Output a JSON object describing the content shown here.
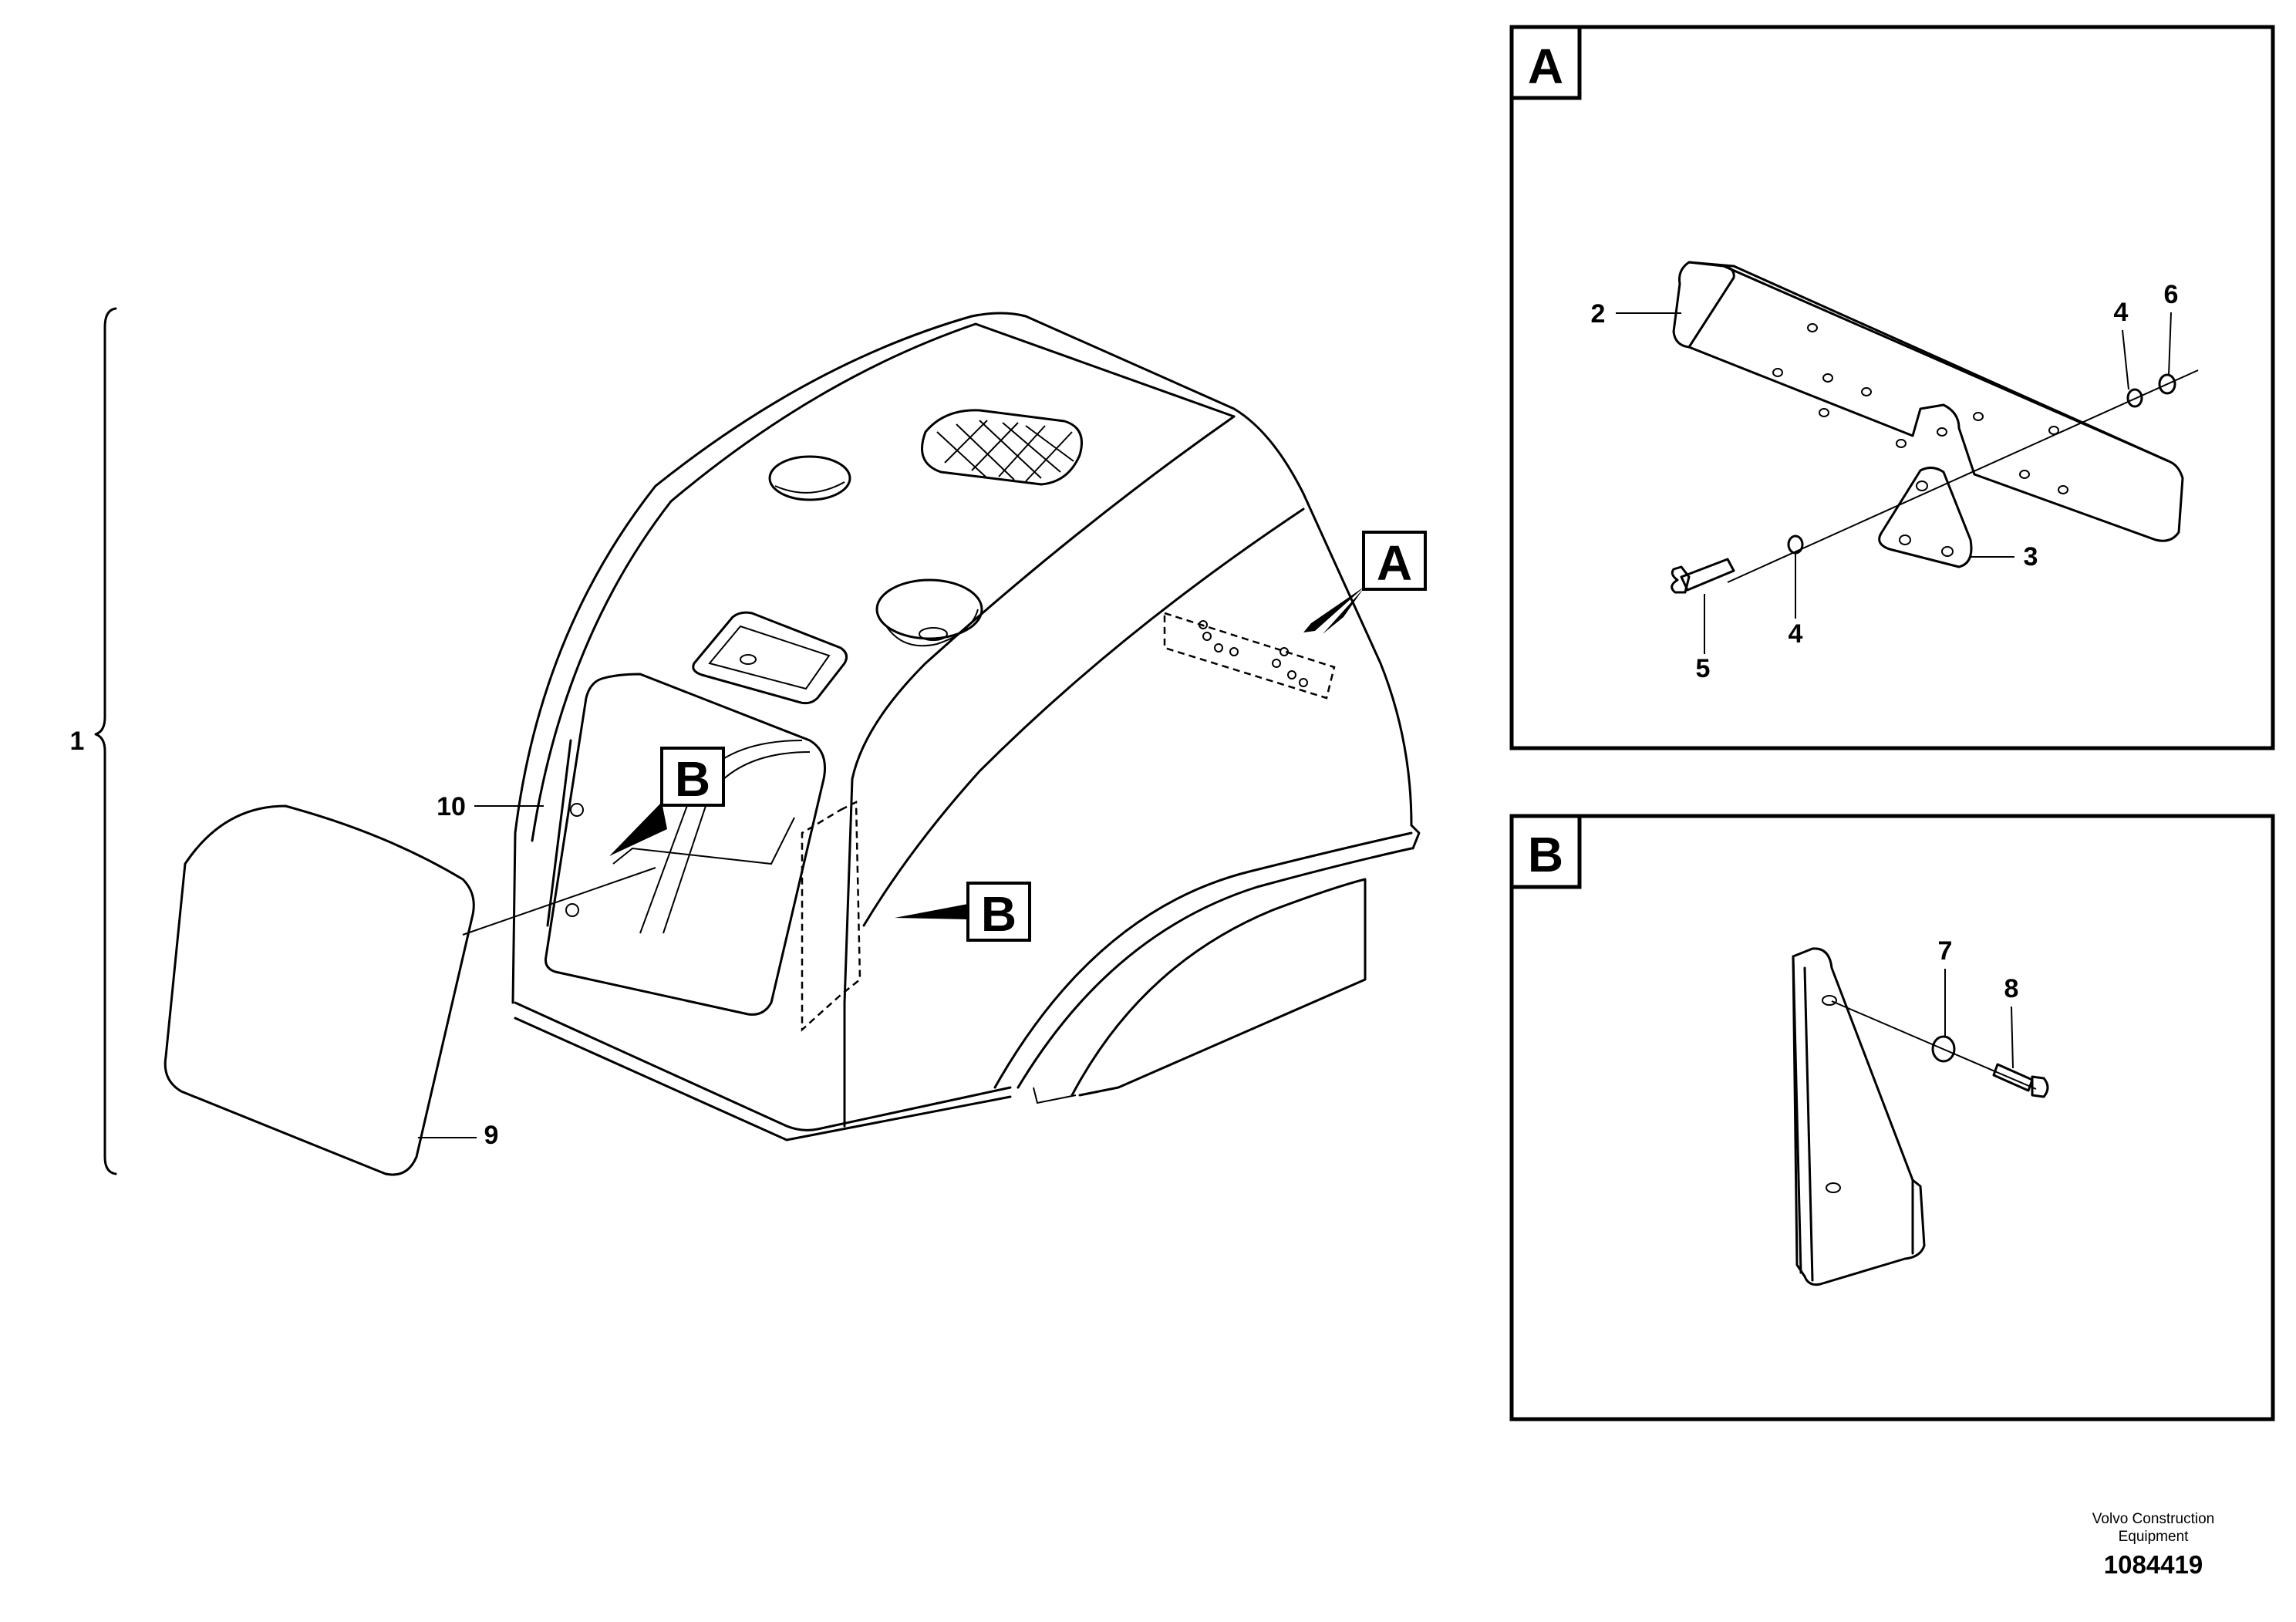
{
  "main_view": {
    "callouts": {
      "c1": "1",
      "c9": "9",
      "c10": "10"
    },
    "view_refs": {
      "a": "A",
      "b_window": "B",
      "b_side": "B"
    }
  },
  "detail_a": {
    "title": "A",
    "callouts": {
      "c2": "2",
      "c3": "3",
      "c4_top": "4",
      "c4_bottom": "4",
      "c5": "5",
      "c6": "6"
    }
  },
  "detail_b": {
    "title": "B",
    "callouts": {
      "c7": "7",
      "c8": "8"
    }
  },
  "footer": {
    "company_line1": "Volvo Construction",
    "company_line2": "Equipment",
    "drawing_number": "1084419"
  }
}
